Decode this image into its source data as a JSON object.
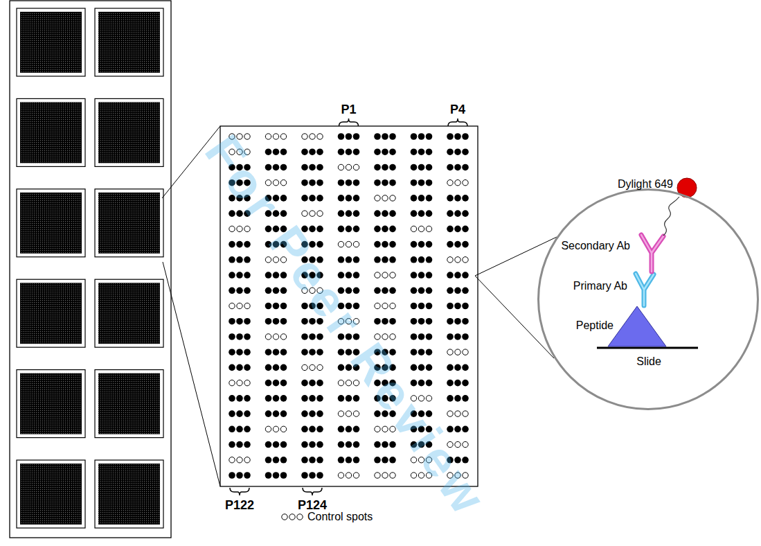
{
  "diagram": {
    "nodes": [
      {
        "text": [
          "Dylight 649",
          "Secondary Ab",
          "Primary Ab",
          "Peptide",
          "Slide"
        ]
      }
    ],
    "labels": [
      "P1",
      "P4",
      "P122",
      "P124",
      "For Peer Review"
    ],
    "legend": [
      {
        "text": "Control spots"
      }
    ]
  }
}
